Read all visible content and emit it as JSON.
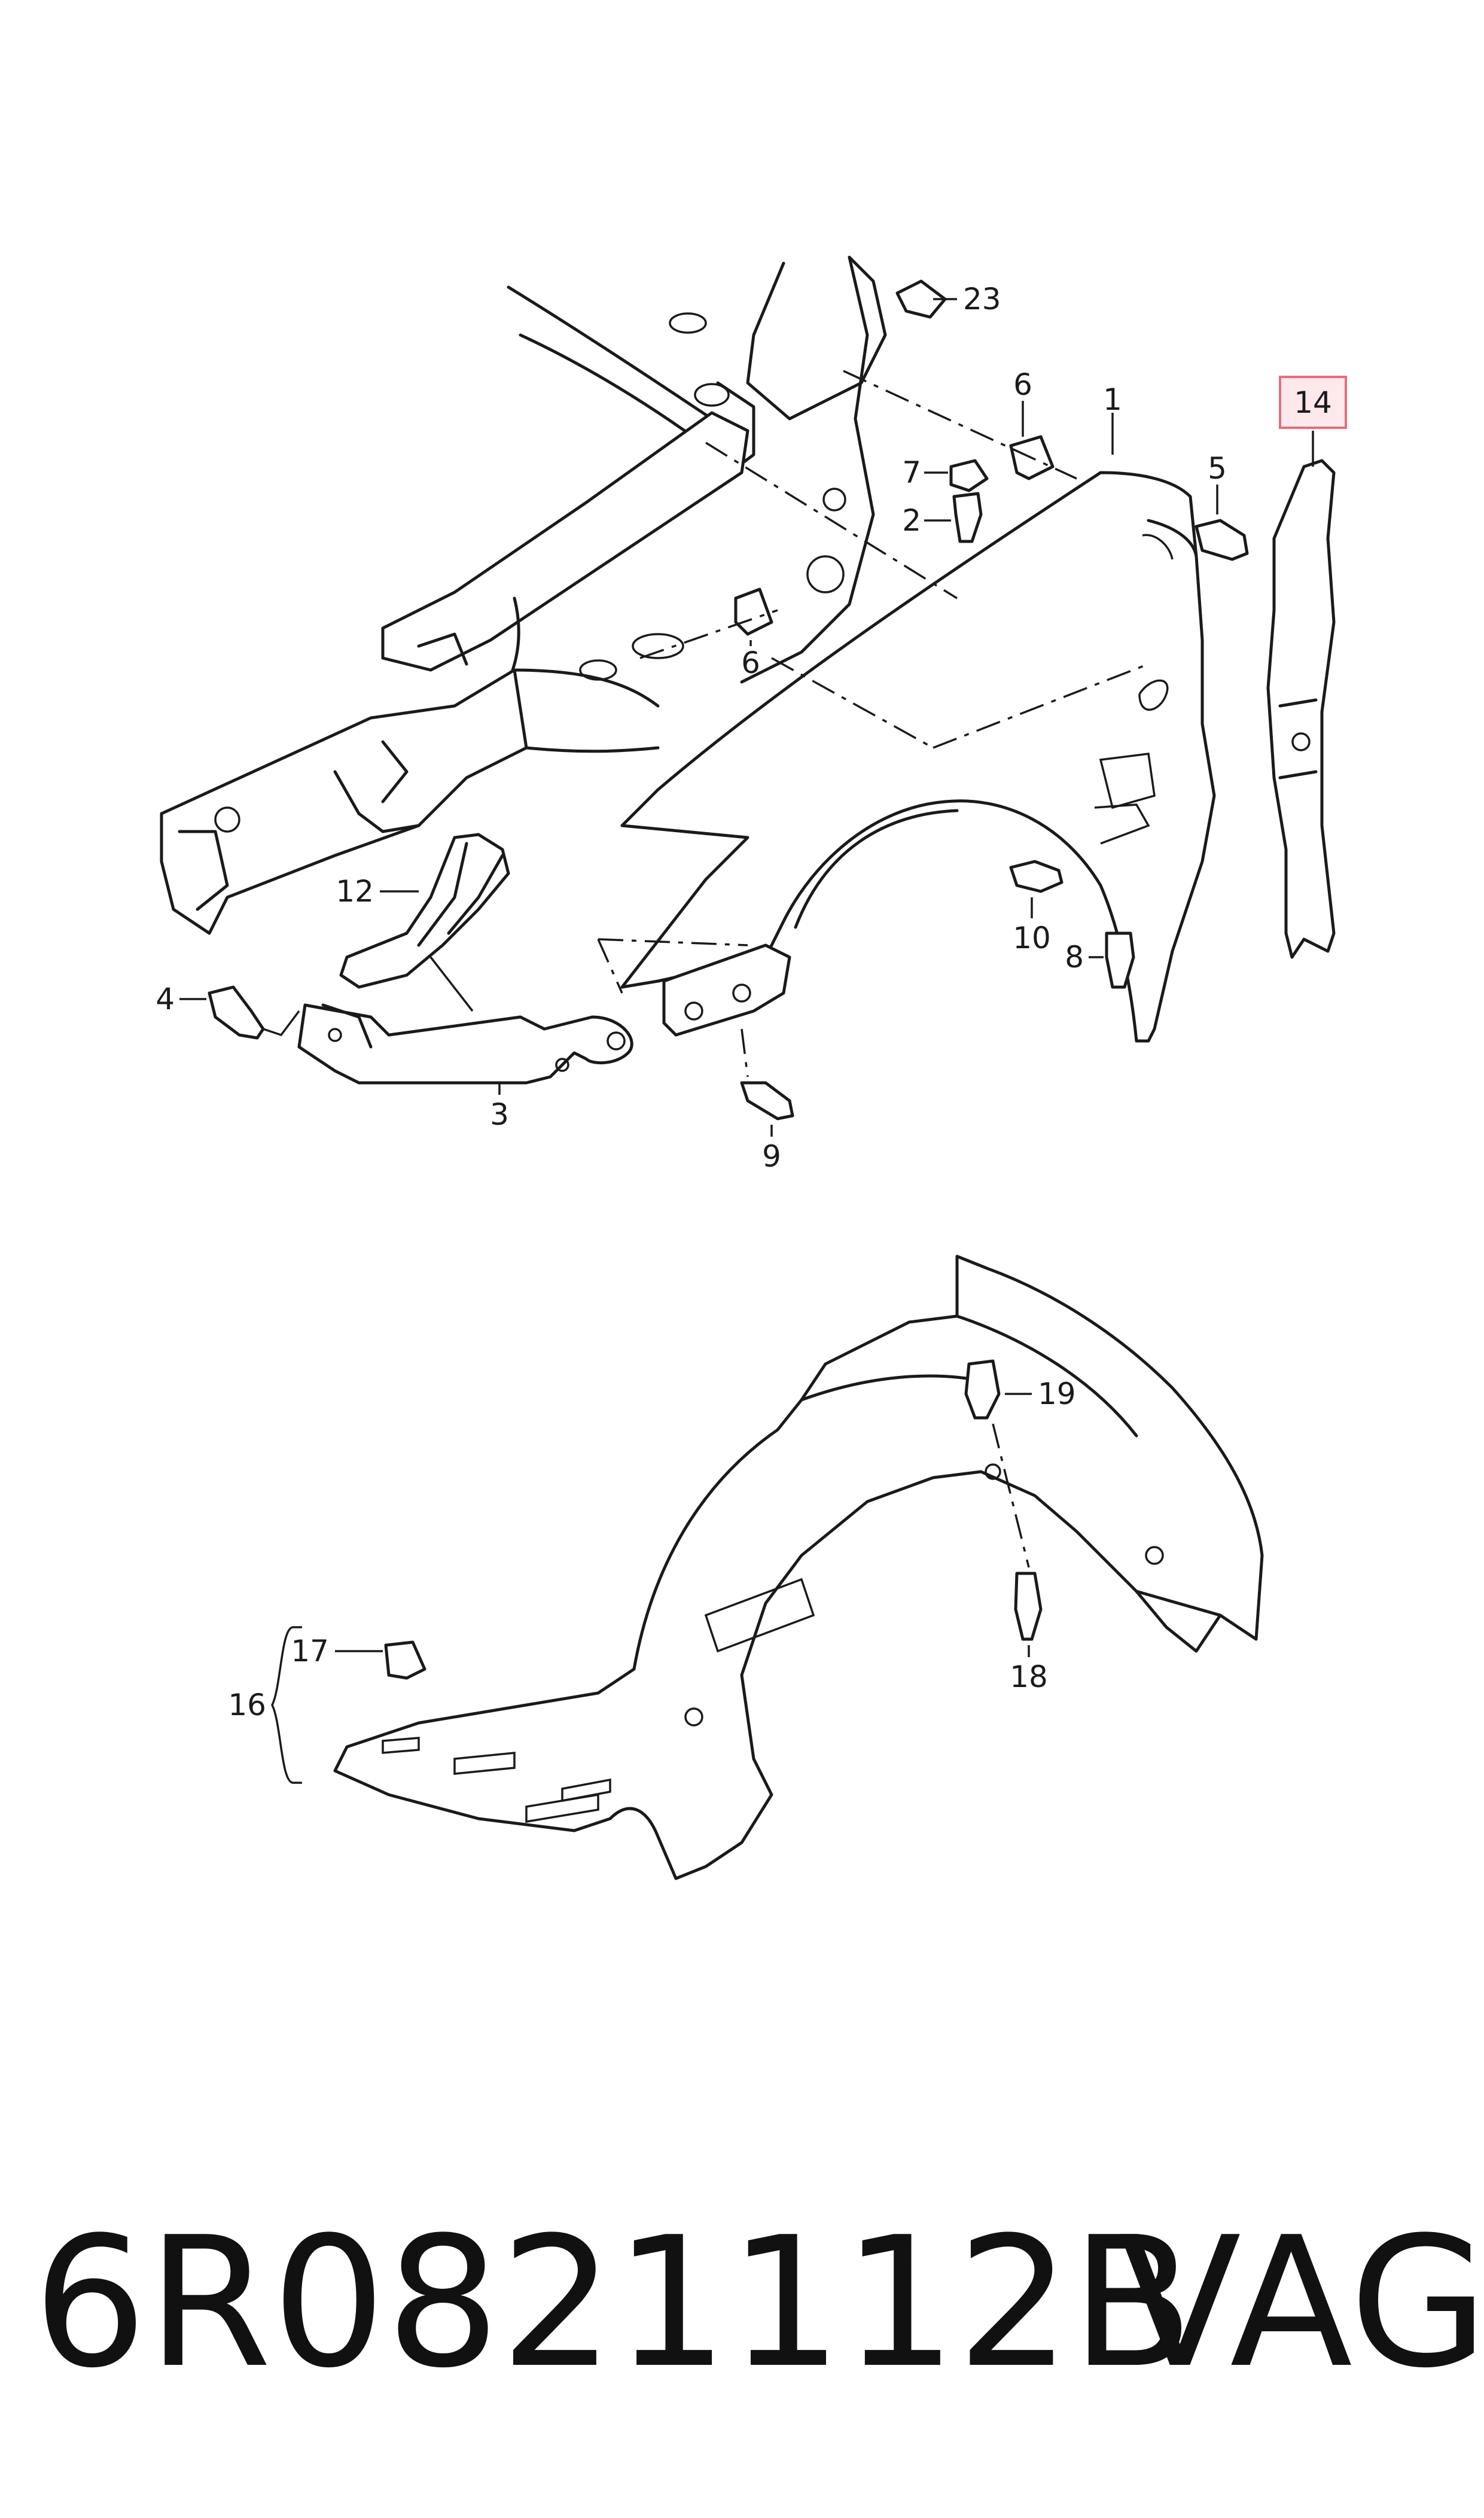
{
  "callouts": {
    "c1": "1",
    "c2": "2",
    "c3": "3",
    "c4": "4",
    "c5": "5",
    "c6a": "6",
    "c6b": "6",
    "c7": "7",
    "c8": "8",
    "c9": "9",
    "c10": "10",
    "c12": "12",
    "c14": "14",
    "c16": "16",
    "c17": "17",
    "c18": "18",
    "c19": "19",
    "c23": "23"
  },
  "highlighted_callout": "14",
  "caption": {
    "part_number": "6R0821112B",
    "brand": "VAG"
  },
  "colors": {
    "line": "#1a1a1a",
    "highlight_fill": "#fde8ec",
    "highlight_border": "#e0707e"
  }
}
